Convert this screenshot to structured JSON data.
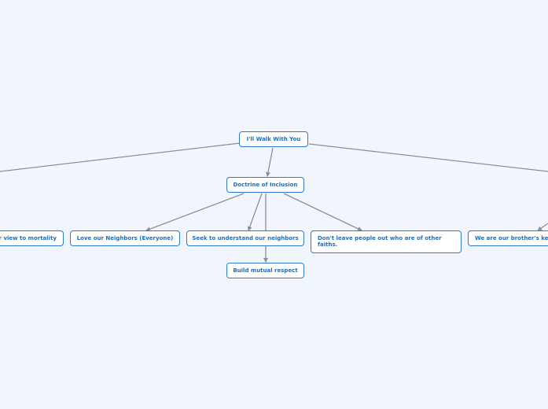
{
  "diagram": {
    "root": {
      "label": "I'll Walk With You"
    },
    "doctrine": {
      "label": "Doctrine of Inclusion"
    },
    "children": [
      {
        "label": "Our view to mortality"
      },
      {
        "label": "Love our Neighbors (Everyone)"
      },
      {
        "label": "Seek to understand our neighbors"
      },
      {
        "label": "Don't leave people out who are of other faiths."
      },
      {
        "label": "We are our brother's keeper"
      }
    ],
    "grandchild": {
      "label": "Build mutual respect"
    }
  },
  "colors": {
    "background": "#f1f5fd",
    "node_border": "#2b7bd0",
    "node_text": "#1f6ebd",
    "connector": "#8a9099"
  }
}
